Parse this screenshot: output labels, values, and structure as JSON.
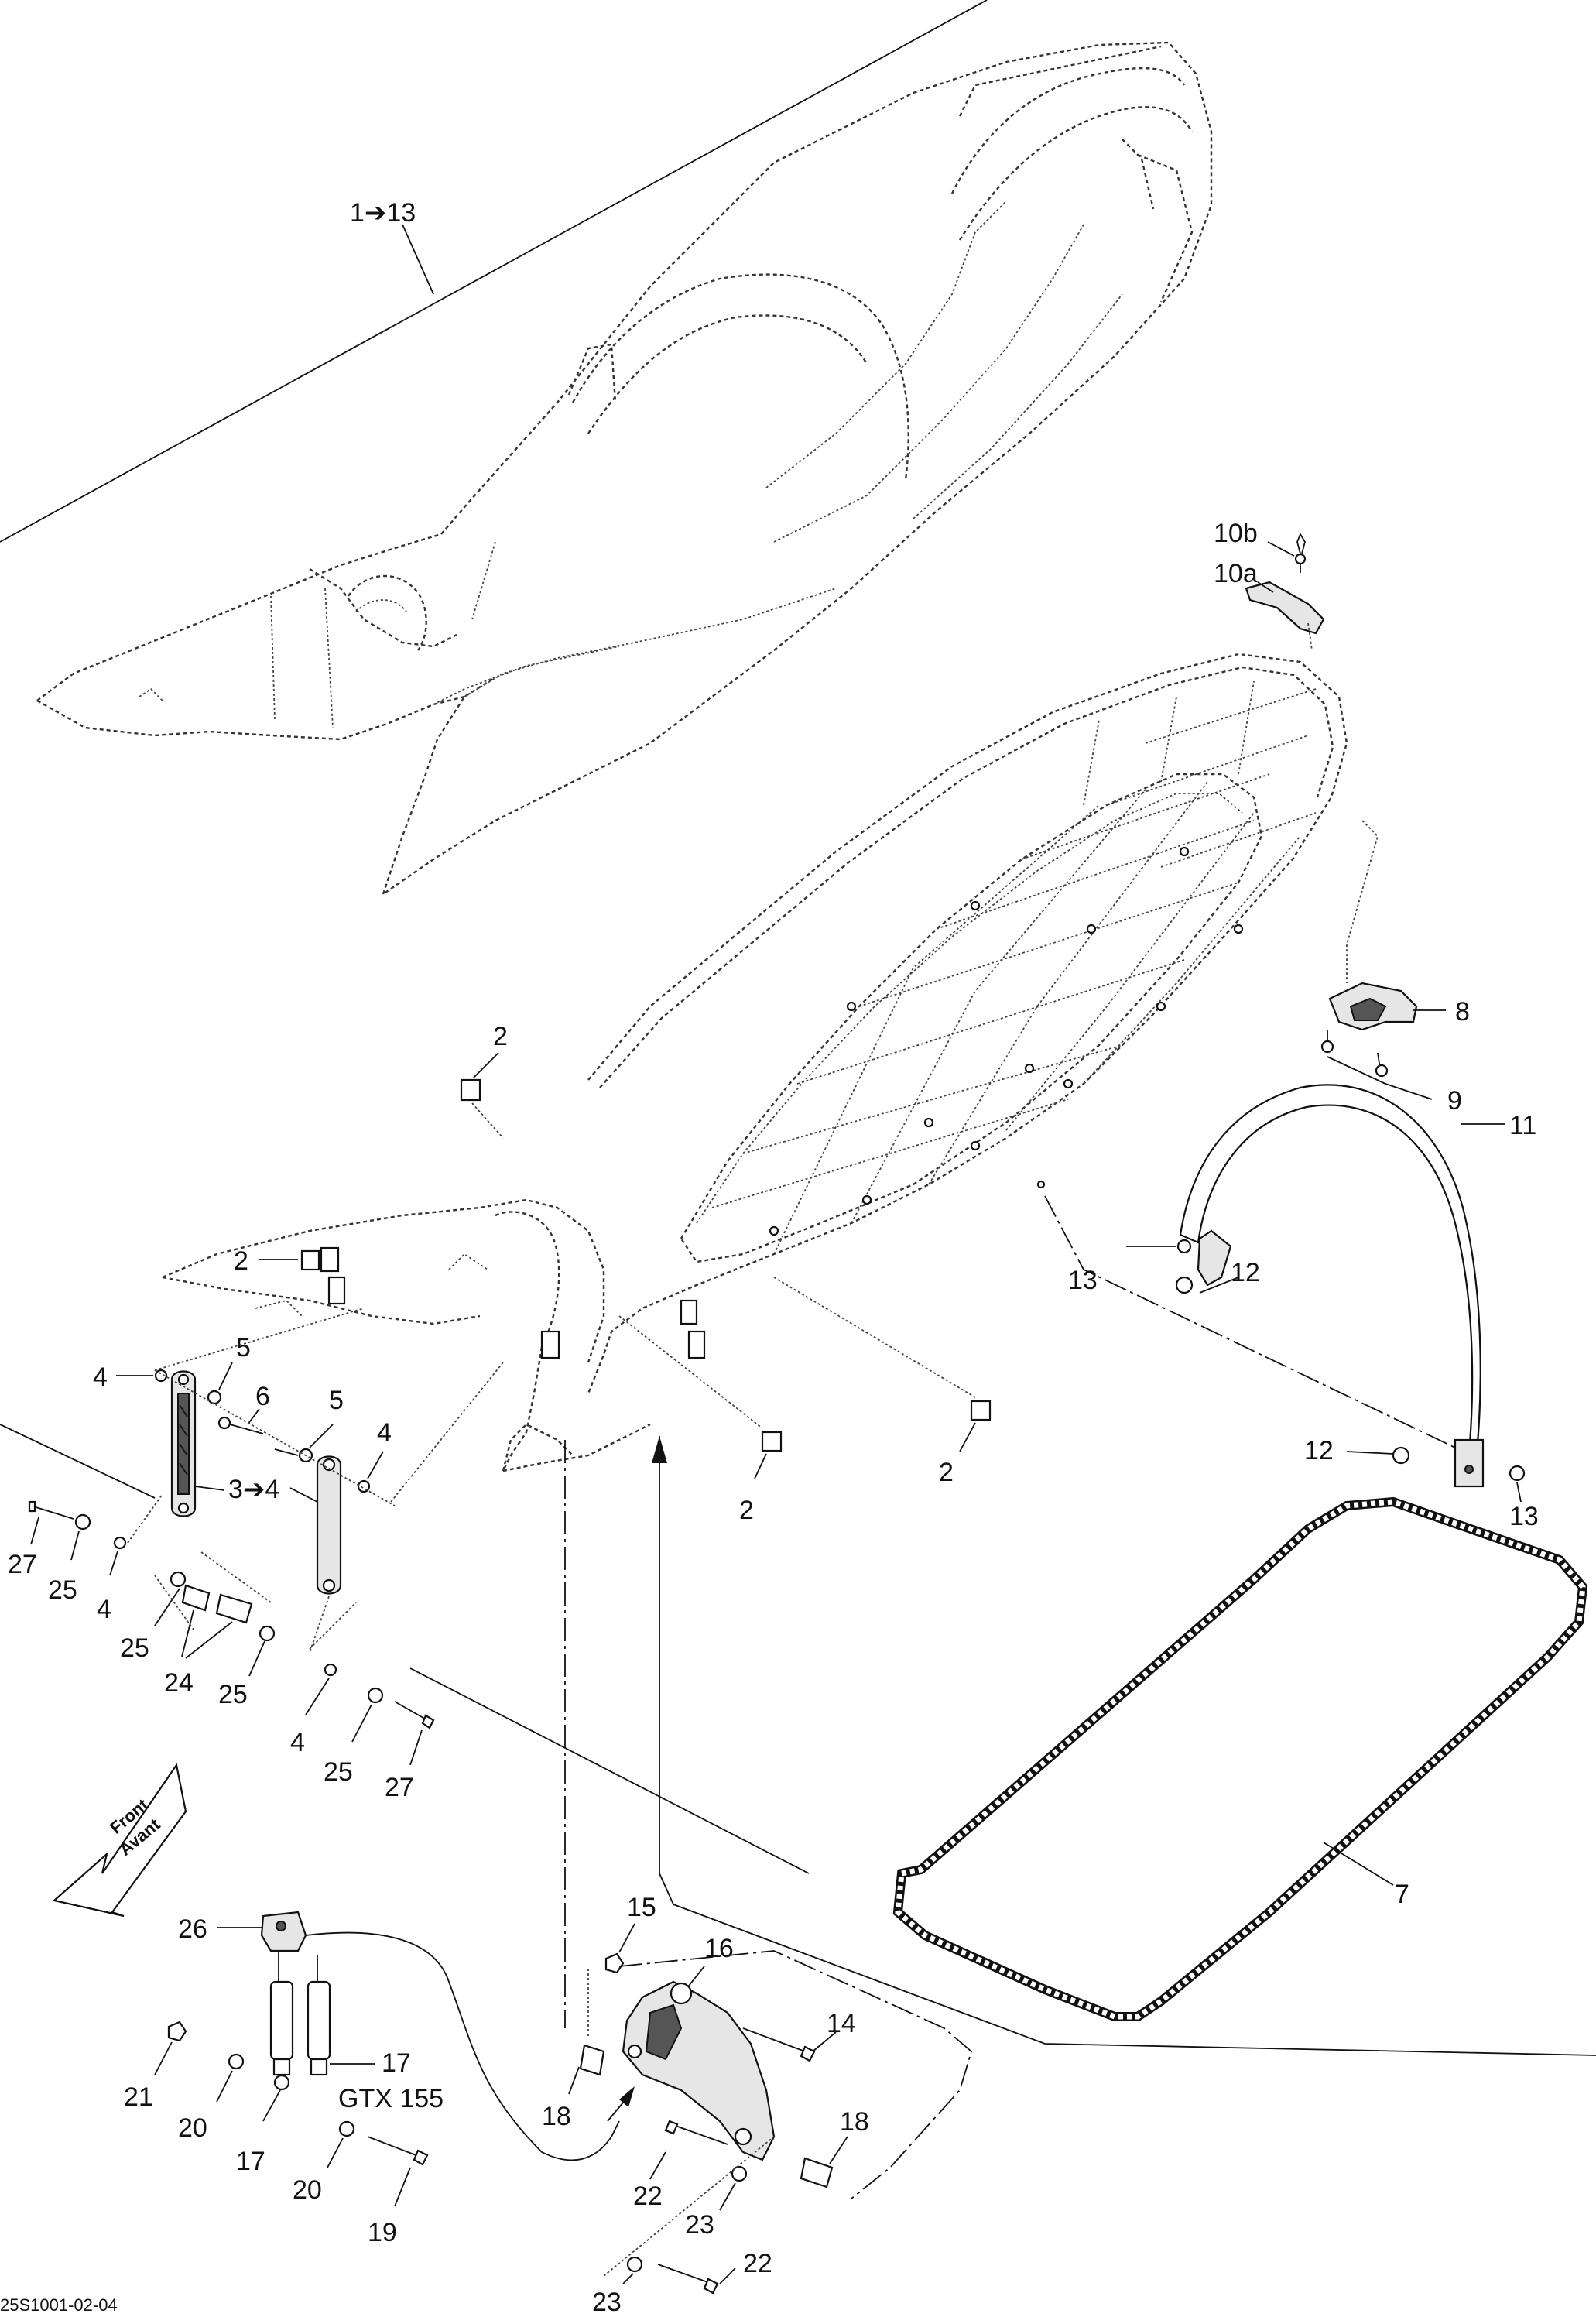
{
  "diagram_code": "25S1001-02-04",
  "labels": {
    "l_1to13": "1➔13",
    "l_10b": "10b",
    "l_10a": "10a",
    "l_8": "8",
    "l_9": "9",
    "l_11": "11",
    "l_12a": "12",
    "l_13a": "13",
    "l_12b": "12",
    "l_13b": "13",
    "l_2a": "2",
    "l_2b": "2",
    "l_2c": "2",
    "l_2d": "2",
    "l_4a": "4",
    "l_5a": "5",
    "l_6": "6",
    "l_5b": "5",
    "l_4b": "4",
    "l_3to4": "3➔4",
    "l_27a": "27",
    "l_25a": "25",
    "l_4c": "4",
    "l_25b": "25",
    "l_24": "24",
    "l_25c": "25",
    "l_4d": "4",
    "l_25d": "25",
    "l_27b": "27",
    "l_7": "7",
    "l_15": "15",
    "l_16": "16",
    "l_14": "14",
    "l_18a": "18",
    "l_18b": "18",
    "l_22a": "22",
    "l_23a": "23",
    "l_23b": "23",
    "l_22b": "22",
    "l_26": "26",
    "l_17a": "17",
    "l_gtx": "GTX 155",
    "l_21": "21",
    "l_20a": "20",
    "l_17b": "17",
    "l_20b": "20",
    "l_19": "19"
  },
  "front_arrow": {
    "line1": "Front",
    "line2": "Avant"
  }
}
